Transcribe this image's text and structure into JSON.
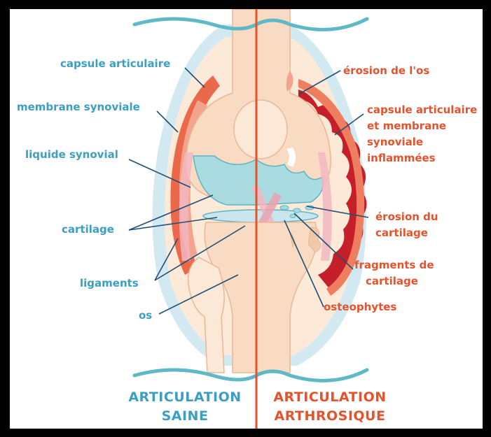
{
  "labels": {
    "left": {
      "capsule": "capsule articulaire",
      "membrane": "membrane synoviale",
      "liquide": "liquide synovial",
      "cartilage": "cartilage",
      "ligaments": "ligaments",
      "os": "os"
    },
    "right": {
      "erosion_os": "érosion de l'os",
      "capsule_line1": "capsule articulaire",
      "capsule_line2": "et membrane",
      "capsule_line3": "synoviale",
      "capsule_line4": "inflammées",
      "erosion_cart_line1": "érosion du",
      "erosion_cart_line2": "cartilage",
      "fragments_line1": "fragments de",
      "fragments_line2": "cartilage",
      "osteophytes": "osteophytes"
    }
  },
  "captions": {
    "left_line1": "ARTICULATION",
    "left_line2": "SAINE",
    "right_line1": "ARTICULATION",
    "right_line2": "ARTHROSIQUE"
  },
  "colors": {
    "healthy_label": "#3a9fc1",
    "arthritic_label": "#e5522c",
    "bone": "#f8dbc2",
    "capsule": "#d3e9f1",
    "membrane": "#e9694a",
    "inflamed": "#c51f2a",
    "synovial_fluid": "#a9dbe0",
    "divider": "#e5522c"
  }
}
